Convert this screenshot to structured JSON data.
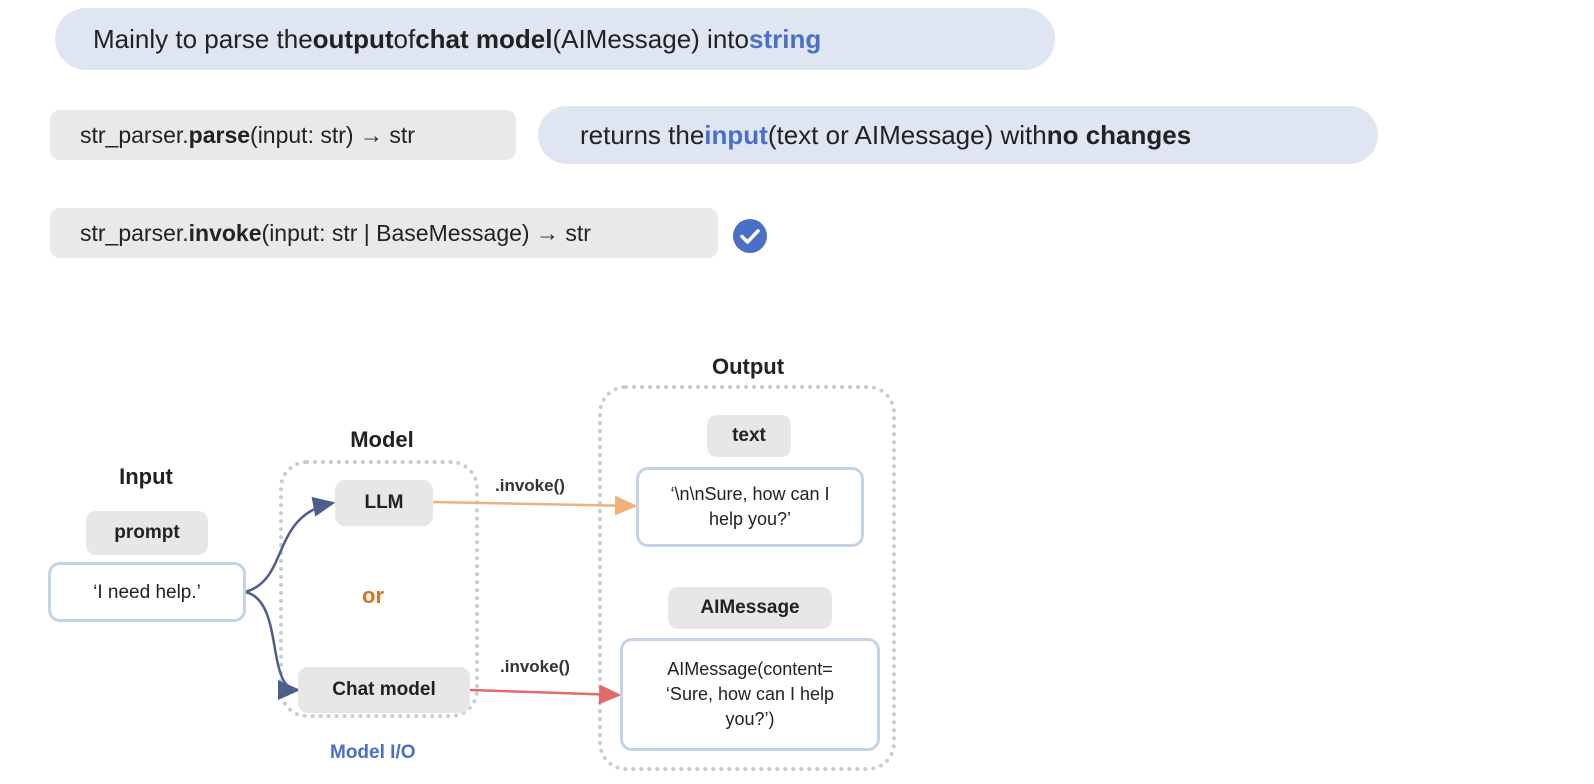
{
  "header": {
    "title": {
      "t1": "Mainly to parse the ",
      "t2": "output",
      "t3": " of ",
      "t4": "chat model",
      "t5": " (AIMessage) into ",
      "t6": "string"
    },
    "parse": {
      "t1": "str_parser.",
      "t2": "parse",
      "t3": "(input: str) → str"
    },
    "returns": {
      "t1": "returns the ",
      "t2": "input",
      "t3": " (text or AIMessage) with ",
      "t4": "no changes"
    },
    "invoke": {
      "t1": "str_parser.",
      "t2": "invoke",
      "t3": "(input: str | BaseMessage) → str"
    },
    "check_icon": "check-circle-icon"
  },
  "diagram": {
    "input_label": "Input",
    "prompt_label": "prompt",
    "prompt_value": "‘I need help.’",
    "model_label": "Model",
    "llm_label": "LLM",
    "or_label": "or",
    "chat_model_label": "Chat model",
    "model_io_label": "Model I/O",
    "invoke_label_1": ".invoke()",
    "invoke_label_2": ".invoke()",
    "output_label": "Output",
    "text_label": "text",
    "text_value": "‘\\n\\nSure, how can I help you?’",
    "aimessage_label": "AIMessage",
    "aimessage_value": "AIMessage(content= ‘Sure, how can I help you?’)"
  },
  "colors": {
    "accent_blue": "#4a6fc7",
    "pill_blue": "#dfe6f1",
    "pill_gray": "#e9e9e9",
    "or_orange": "#d0742a",
    "llm_arrow": "#f0b07a",
    "chat_arrow": "#e06b6b",
    "prompt_arrow": "#4f5d8c"
  }
}
